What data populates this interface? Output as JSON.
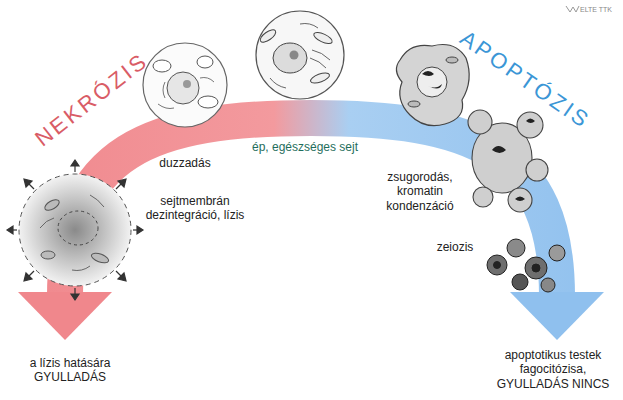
{
  "diagram": {
    "labels": [
      "NEKRÓZIS",
      "APOPTÓZIS",
      "ép, egészséges sejt",
      "duzzadás",
      "sejtmembrán dezintegráció, lízis",
      "a lízis hatására GYULLADÁS",
      "zsugorodás, kromatin kondenzáció",
      "zeiozis",
      "apoptotikus testek fagocitózisa, GYULLADÁS NINCS",
      "ELTE TTK"
    ]
  }
}
